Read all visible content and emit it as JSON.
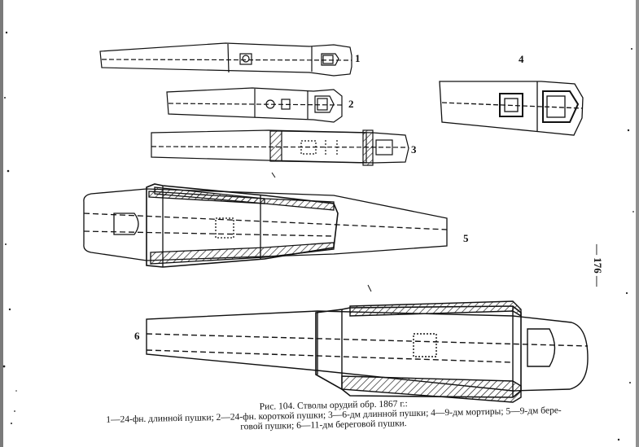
{
  "figure": {
    "labels": {
      "gun_1": "1",
      "gun_2": "2",
      "gun_3": "3",
      "gun_4": "4",
      "gun_5": "5",
      "gun_6": "6"
    },
    "page_number": "— 176 —",
    "caption": {
      "title": "Рис. 104. Стволы орудий обр. 1867 г.:",
      "line1": "1—24-фн. длинной пушки; 2—24-фн. короткой пушки; 3—6-дм длинной пушки; 4—9-дм мортиры; 5—9-дм бере-",
      "line2": "говой пушки; 6—11-дм береговой пушки."
    }
  },
  "colors": {
    "ink": "#111111",
    "paper": "#ffffff",
    "hatch": "#333333"
  }
}
